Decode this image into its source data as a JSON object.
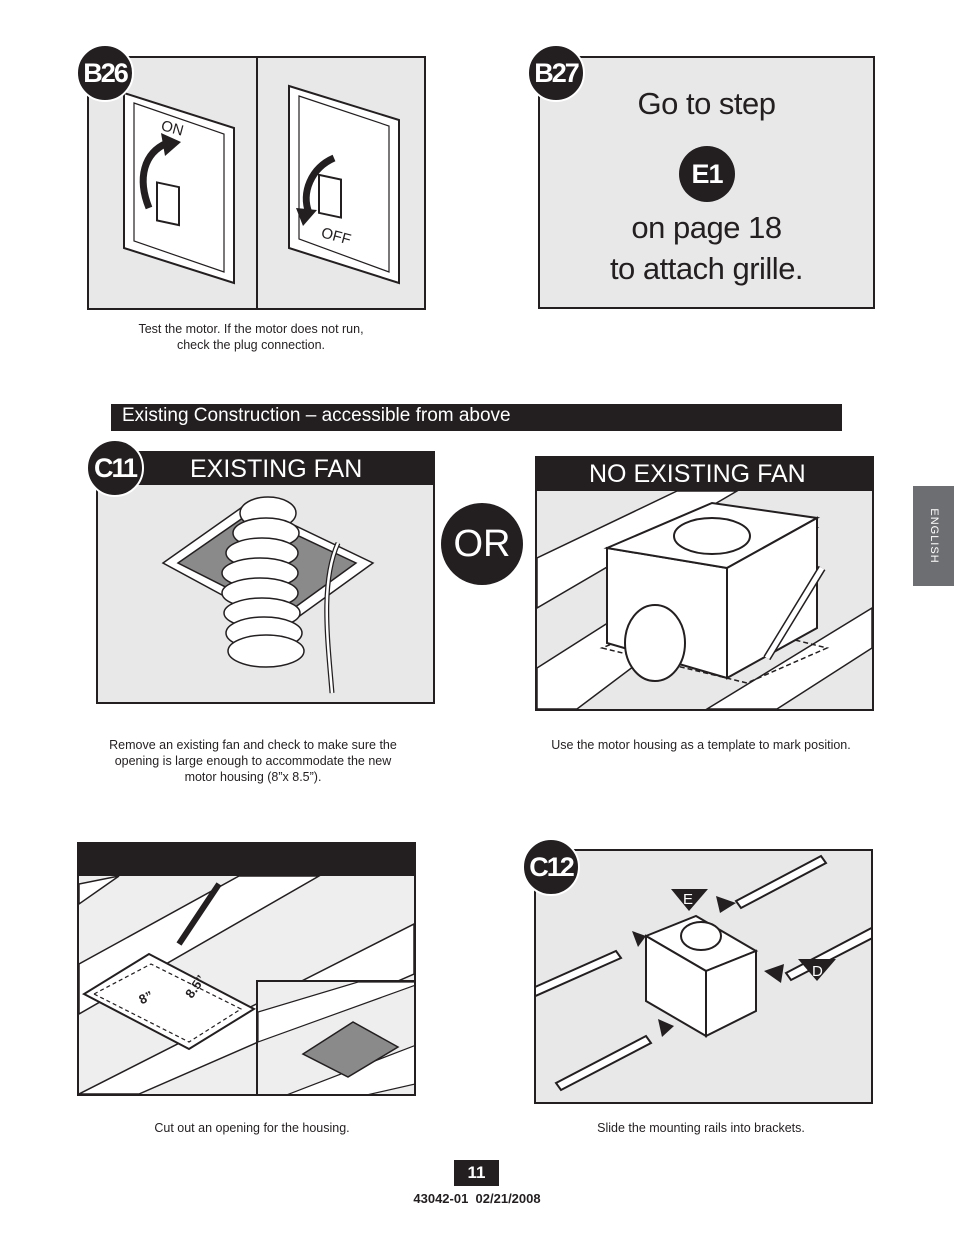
{
  "b26": {
    "badge": "B26",
    "switch_on_label": "ON",
    "switch_off_label": "OFF",
    "caption_line1": "Test the motor. If the motor does not run,",
    "caption_line2": "check the plug connection."
  },
  "b27": {
    "badge": "B27",
    "line1": "Go to step",
    "step_badge": "E1",
    "line2": "on page 18",
    "line3": "to attach grille."
  },
  "section_header": "Existing Construction – accessible from above",
  "c11": {
    "badge": "C11",
    "existing_title": "EXISTING FAN",
    "or_label": "OR",
    "no_existing_title": "NO EXISTING FAN",
    "caption_left_1": "Remove an existing fan and check to make sure the",
    "caption_left_2": "opening is large enough to accommodate the new",
    "caption_left_3": "motor housing (8”x 8.5”).",
    "caption_right": "Use the motor housing as a template to mark position."
  },
  "cut": {
    "dim_width": "8”",
    "dim_height": "8.5”",
    "caption": "Cut out an opening for the housing."
  },
  "c12": {
    "badge": "C12",
    "label_e": "E",
    "label_d": "D",
    "caption": "Slide the mounting rails into brackets."
  },
  "side_tab": "ENGLISH",
  "footer": {
    "page_number": "11",
    "doc_id": "43042-01  02/21/2008"
  },
  "colors": {
    "ink": "#231f20",
    "panel_fill": "#e8e8e8",
    "side_tab": "#6d6e71"
  }
}
